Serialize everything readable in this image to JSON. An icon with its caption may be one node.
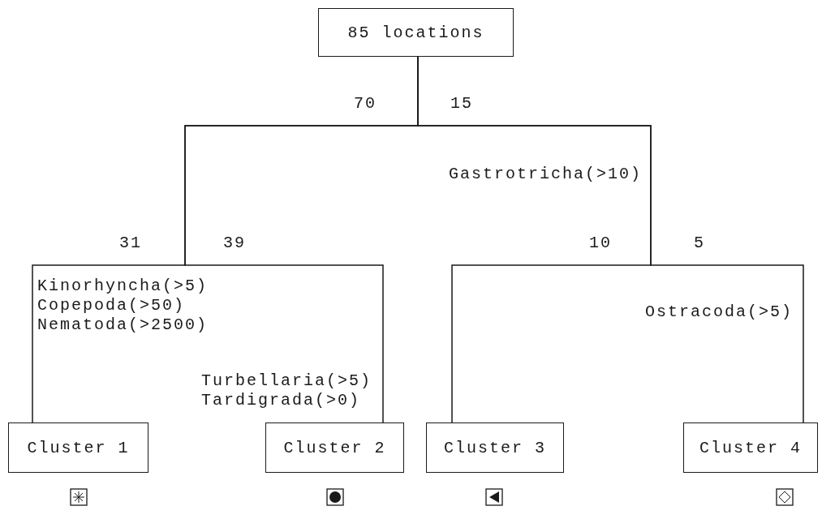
{
  "diagram": {
    "nodes": [
      {
        "text": [
          "85 locations"
        ]
      },
      {
        "text": [
          "Cluster 1"
        ]
      },
      {
        "text": [
          "Cluster 2"
        ]
      },
      {
        "text": [
          "Cluster 3"
        ]
      },
      {
        "text": [
          "Cluster 4"
        ]
      }
    ],
    "edges": [
      {
        "from": 0,
        "to": 1,
        "arrow": "none"
      },
      {
        "from": 0,
        "to": 2,
        "arrow": "none"
      },
      {
        "from": 0,
        "to": 3,
        "arrow": "none"
      },
      {
        "from": 0,
        "to": 4,
        "arrow": "none"
      }
    ],
    "labels": [
      "70",
      "15",
      "Gastrotricha(>10)",
      "31",
      "39",
      "10",
      "5",
      "Kinorhyncha(>5) Copepoda(>50) Nematoda(>2500)",
      "Ostracoda(>5)",
      "Turbellaria(>5) Tardigrada(>0)"
    ]
  }
}
